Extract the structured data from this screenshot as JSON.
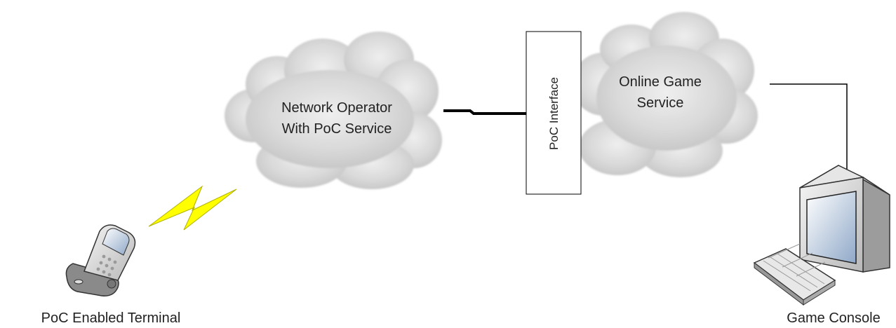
{
  "diagram": {
    "clouds": {
      "network_operator": {
        "line1": "Network Operator",
        "line2": "With PoC Service"
      },
      "online_game": {
        "line1": "Online Game",
        "line2": "Service"
      }
    },
    "interface_box": {
      "label": "PoC Interface"
    },
    "devices": {
      "terminal": {
        "label": "PoC Enabled Terminal",
        "icon": "mobile-phone-icon"
      },
      "console": {
        "label": "Game Console",
        "icon": "desktop-computer-icon"
      }
    },
    "links": {
      "wireless": {
        "icon": "lightning-bolt-icon",
        "color": "#ffff00"
      }
    },
    "colors": {
      "cloud_fill": "#d6d6d6",
      "line": "#000000"
    }
  }
}
